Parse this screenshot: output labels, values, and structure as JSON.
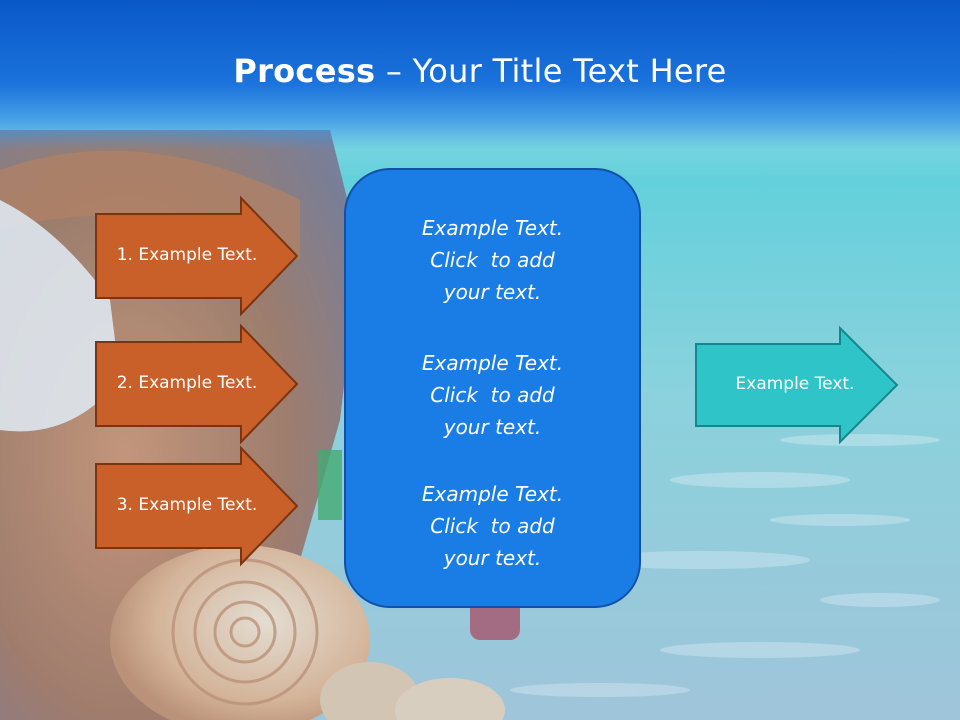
{
  "title": {
    "bold": "Process",
    "rest": " – Your Title Text Here"
  },
  "left_arrows": [
    {
      "label": "1. Example Text."
    },
    {
      "label": "2. Example Text."
    },
    {
      "label": "3. Example Text."
    }
  ],
  "center_box": {
    "paragraphs": [
      {
        "lines": [
          "Example Text.",
          "Click  to add",
          "your text."
        ]
      },
      {
        "lines": [
          "Example Text.",
          "Click  to add",
          "your text."
        ]
      },
      {
        "lines": [
          "Example Text.",
          "Click  to add",
          "your text."
        ]
      }
    ]
  },
  "right_arrow": {
    "label": "Example Text."
  },
  "colors": {
    "left_arrow_fill": "#c9602a",
    "left_arrow_border": "#7a3411",
    "right_arrow_fill": "#2ec4c8",
    "right_arrow_border": "#15878c",
    "center_box_fill": "#1a7de6",
    "title_band": "#0a58c8"
  }
}
